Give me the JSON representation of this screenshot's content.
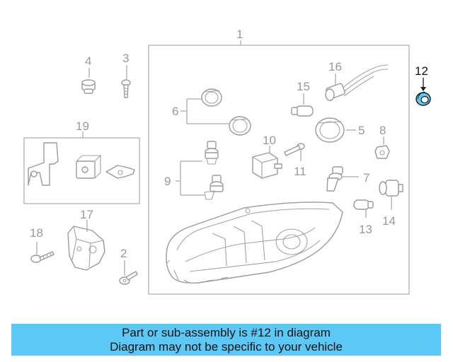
{
  "diagram": {
    "highlight_color": "#5bc8f5",
    "callouts": {
      "c1": "1",
      "c2": "2",
      "c3": "3",
      "c4": "4",
      "c5": "5",
      "c6": "6",
      "c7": "7",
      "c8": "8",
      "c9": "9",
      "c10": "10",
      "c11": "11",
      "c12": "12",
      "c13": "13",
      "c14": "14",
      "c15": "15",
      "c16": "16",
      "c17": "17",
      "c18": "18",
      "c19": "19"
    }
  },
  "banner": {
    "line1": "Part or sub-assembly is #12 in diagram",
    "line2": "Diagram may not be specific to your vehicle",
    "background": "#5bc8f5"
  }
}
